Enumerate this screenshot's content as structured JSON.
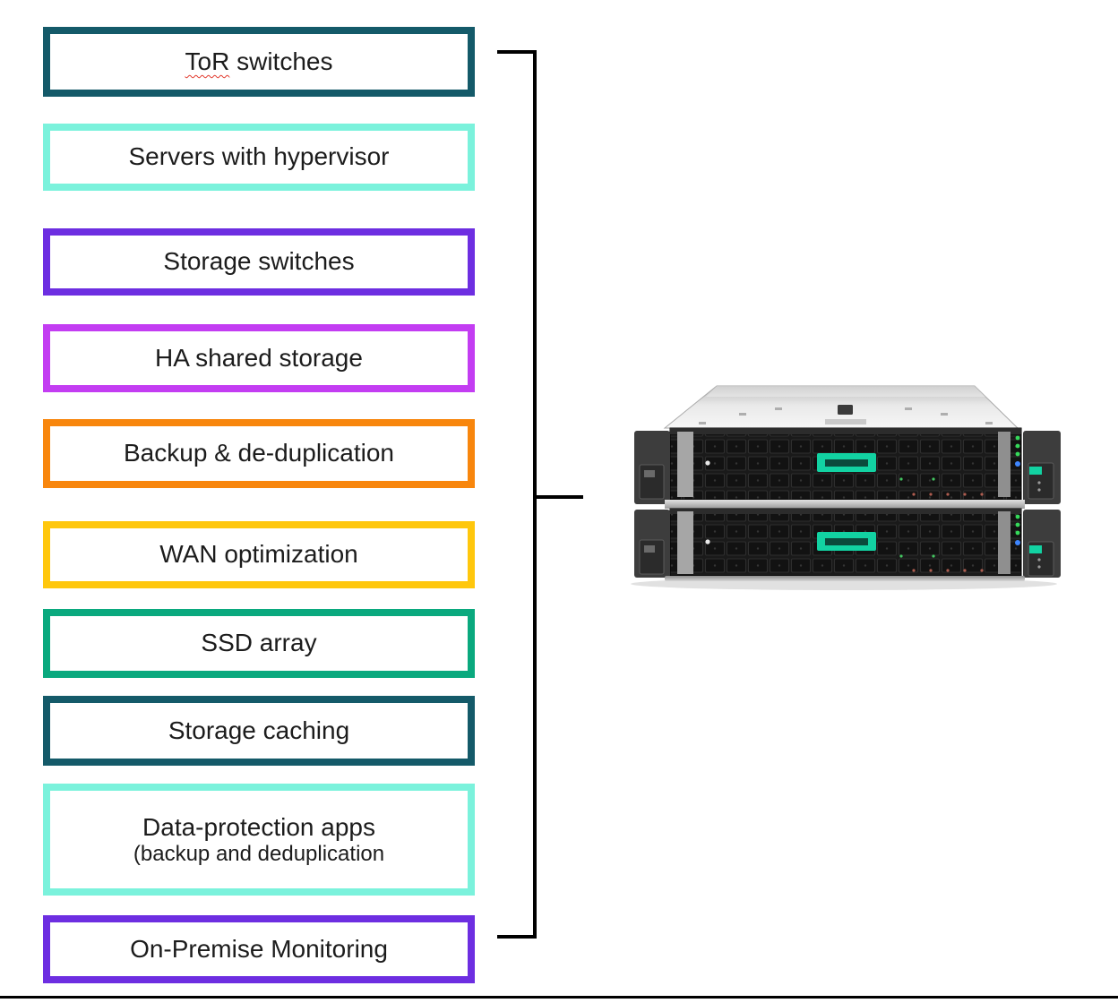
{
  "boxes": [
    {
      "id": "tor-switches",
      "label": "ToR switches",
      "label_head": "ToR",
      "label_tail": " switches",
      "border_color": "#145A69"
    },
    {
      "id": "servers-with-hypervisor",
      "label": "Servers with hypervisor",
      "border_color": "#7BF2DC"
    },
    {
      "id": "storage-switches",
      "label": "Storage switches",
      "border_color": "#6D2EE1"
    },
    {
      "id": "ha-shared-storage",
      "label": "HA shared storage",
      "border_color": "#C33DF2"
    },
    {
      "id": "backup-deduplication",
      "label": "Backup & de-duplication",
      "border_color": "#F8860D"
    },
    {
      "id": "wan-optimization",
      "label": "WAN optimization",
      "border_color": "#FFC70D"
    },
    {
      "id": "ssd-array",
      "label": "SSD array",
      "border_color": "#0AA97E"
    },
    {
      "id": "storage-caching",
      "label": "Storage caching",
      "border_color": "#145A69"
    },
    {
      "id": "data-protection-apps",
      "label": "Data-protection apps",
      "sublabel": "(backup and deduplication",
      "border_color": "#7BF2DC"
    },
    {
      "id": "on-premise-monitoring",
      "label": "On-Premise Monitoring",
      "border_color": "#6D2EE1"
    }
  ],
  "bracket": {
    "color": "#000000"
  },
  "divider": {
    "color": "#000000"
  },
  "server_image": {
    "name": "hpe-rack-servers",
    "badge_color": "#12D2A2",
    "badge_slot_color": "#0B4A3C",
    "chassis_color": "#1b1b1b",
    "ear_color": "#3d3d3d",
    "led_green": "#35D95A",
    "led_blue": "#3E86FF",
    "units": 2
  }
}
